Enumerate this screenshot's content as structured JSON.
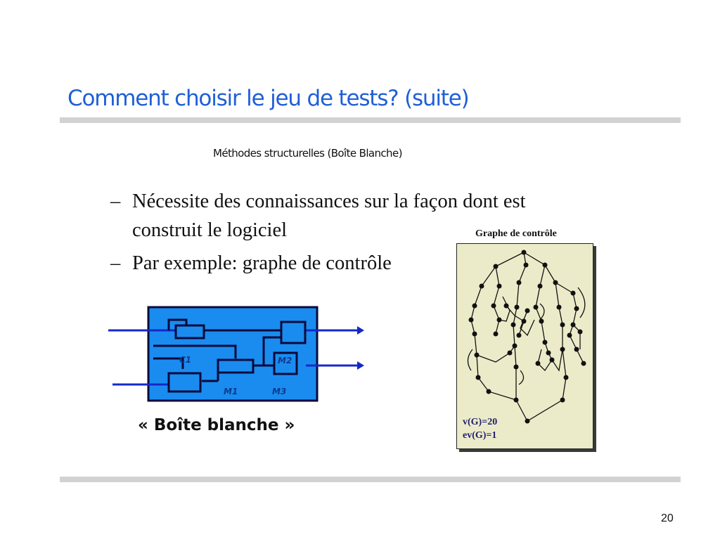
{
  "slide": {
    "title": "Comment choisir le jeu de tests? (suite)",
    "subtitle": "Méthodes structurelles (Boîte Blanche)",
    "bullets": [
      "Nécessite des connaissances sur la façon dont est construit le logiciel",
      "Par exemple: graphe de contrôle"
    ],
    "bullet_marker": "–",
    "page_number": "20"
  },
  "white_box": {
    "caption": "« Boîte blanche »",
    "module_labels": [
      "C1",
      "M1",
      "M2",
      "M3"
    ],
    "fill_color": "#1a8cf0",
    "arrow_color": "#1428c8"
  },
  "control_graph": {
    "heading": "Graphe de contrôle",
    "metrics": [
      "v(G)=20",
      "ev(G)=1"
    ],
    "panel_color": "#ecebc9"
  }
}
